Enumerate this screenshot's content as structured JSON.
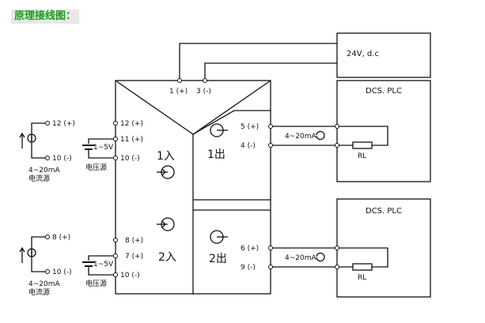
{
  "title": "原理接线图：",
  "power": {
    "label": "24V, d.c",
    "pin_pos": "1 (+)",
    "pin_neg": "3 (-)"
  },
  "inputs": [
    {
      "name": "1入",
      "current_source_label": "4~20mA\n电流源",
      "src_pos": "12 (+)",
      "src_neg": "10 (-)",
      "term_a": "12 (+)",
      "term_b": "11 (+)",
      "term_c": "10 (-)",
      "voltage": "1~5V",
      "voltage_label": "电压源"
    },
    {
      "name": "2入",
      "current_source_label": "4~20mA\n电流源",
      "src_pos": "8 (+)",
      "src_neg": "10 (-)",
      "term_a": "8 (+)",
      "term_b": "7 (+)",
      "term_c": "10 (-)",
      "voltage": "1~5V",
      "voltage_label": "电压源"
    }
  ],
  "outputs": [
    {
      "name": "1出",
      "pin_pos": "5 (+)",
      "pin_neg": "4 (-)",
      "current": "4~20mA",
      "device": "DCS. PLC",
      "resistor": "RL"
    },
    {
      "name": "2出",
      "pin_pos": "6 (+)",
      "pin_neg": "9 (-)",
      "current": "4~20mA",
      "device": "DCS. PLC",
      "resistor": "RL"
    }
  ],
  "src_caption_line1": "4~20mA",
  "src_caption_line2": "电流源"
}
